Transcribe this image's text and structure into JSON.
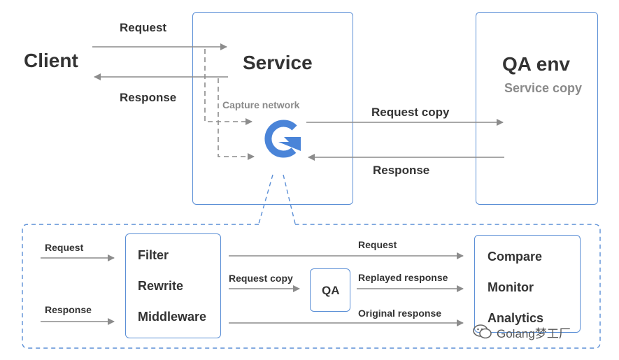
{
  "top": {
    "client": "Client",
    "service": "Service",
    "qa_env": "QA env",
    "service_copy": "Service copy",
    "request": "Request",
    "response_left": "Response",
    "capture_network": "Capture network",
    "request_copy": "Request copy",
    "response_right": "Response"
  },
  "bottom": {
    "in_request": "Request",
    "in_response": "Response",
    "filter": "Filter",
    "rewrite": "Rewrite",
    "middleware": "Middleware",
    "request_copy": "Request copy",
    "qa": "QA",
    "request": "Request",
    "replayed_response": "Replayed response",
    "original_response": "Original response",
    "compare": "Compare",
    "monitor": "Monitor",
    "analytics": "Analytics"
  },
  "watermark": {
    "text": "Golang梦工厂",
    "icon": "wechat-icon"
  },
  "colors": {
    "box_border": "#5b8fd6",
    "arrow": "#8c8c8c",
    "logo": "#4a84d8",
    "text": "#333333"
  }
}
